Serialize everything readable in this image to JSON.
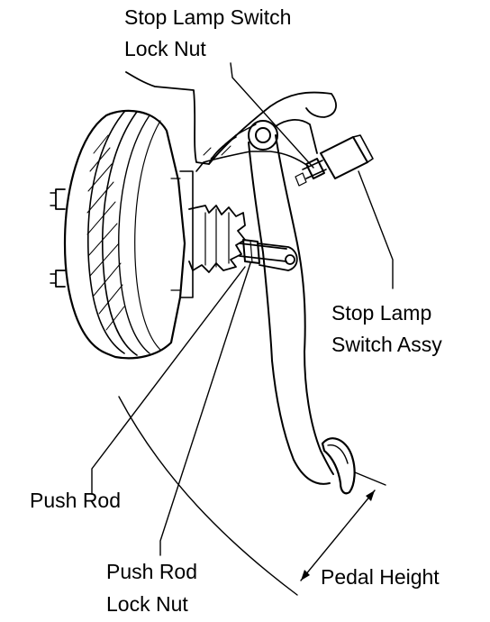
{
  "labels": {
    "stop_lamp_switch_lock_nut": [
      "Stop Lamp Switch",
      "Lock Nut"
    ],
    "stop_lamp_switch_assy": [
      "Stop Lamp",
      "Switch Assy"
    ],
    "push_rod": "Push Rod",
    "push_rod_lock_nut": [
      "Push Rod",
      "Lock Nut"
    ],
    "pedal_height": "Pedal Height"
  },
  "colors": {
    "ink": "#000000",
    "background": "#ffffff"
  }
}
